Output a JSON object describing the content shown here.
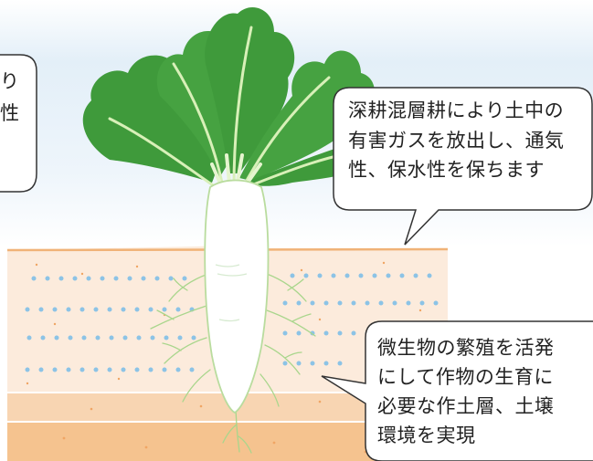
{
  "bubbles": {
    "top_right": "深耕混層耕により土中の\n有害ガスを放出し、通気\n性、保水性を保ちます",
    "bottom_right": "微生物の繁殖を活発\nにして作物の生育に\n必要な作土層、土壌\n環境を実現",
    "left_partial": "り\n性"
  },
  "colors": {
    "sky": "#dcebf7",
    "soil_light": "#fbe9d8",
    "soil_mid": "#f8d9b9",
    "soil_deep": "#f5c692",
    "leaf": "#3f9a3b",
    "radish": "#ffffff",
    "dots": "#8cc3e6"
  }
}
